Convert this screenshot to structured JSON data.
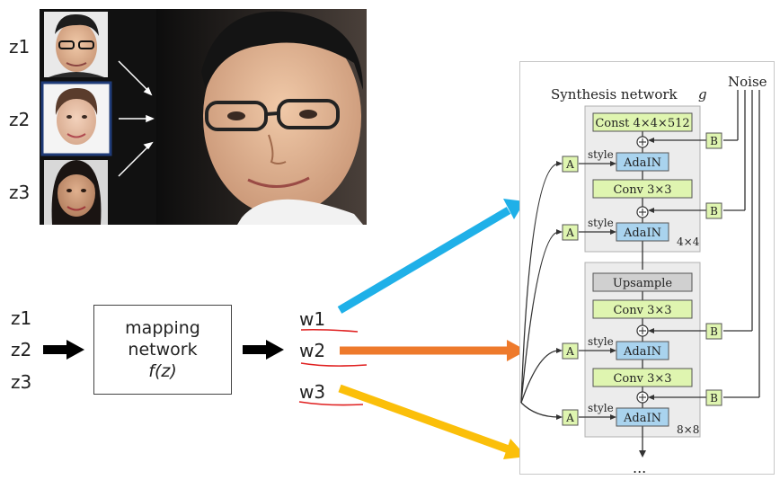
{
  "faces": {
    "labels": [
      "z1",
      "z2",
      "z3"
    ]
  },
  "mapping": {
    "inputs": [
      "z1",
      "z2",
      "z3"
    ],
    "box_line1": "mapping",
    "box_line2": "network",
    "box_line3": "f(z)",
    "outputs": [
      "w1",
      "w2",
      "w3"
    ]
  },
  "synthesis": {
    "title": "Synthesis network",
    "title_symbol": "g",
    "noise": "Noise",
    "const": "Const 4×4×512",
    "conv": "Conv 3×3",
    "adain": "AdaIN",
    "upsample": "Upsample",
    "style": "style",
    "a": "A",
    "b": "B",
    "res1": "4×4",
    "res2": "8×8",
    "ellipsis": "..."
  },
  "colors": {
    "w1_arrow": "#1fb0e8",
    "w2_arrow": "#ee7a2c",
    "w3_arrow": "#fbbf0a",
    "green_box": "#dff5b0",
    "blue_box": "#a9d3ee",
    "grey_box": "#d0d0d0",
    "underline": "#e02020"
  }
}
